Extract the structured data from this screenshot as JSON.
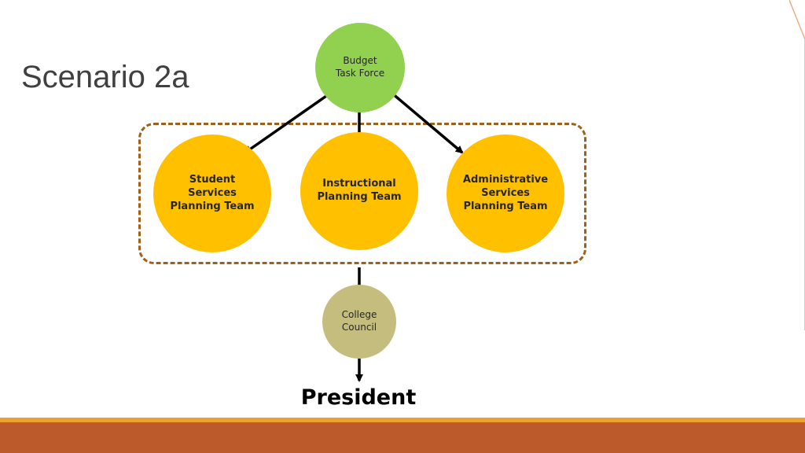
{
  "slide": {
    "title": "Scenario 2a"
  },
  "nodes": {
    "budget_task_force": {
      "label": "Budget\nTask Force",
      "color": "#92d050"
    },
    "student_services": {
      "label": "Student\nServices\nPlanning Team",
      "color": "#ffc000"
    },
    "instructional": {
      "label": "Instructional\nPlanning Team",
      "color": "#ffc000"
    },
    "administrative": {
      "label": "Administrative\nServices\nPlanning Team",
      "color": "#ffc000"
    },
    "college_council": {
      "label": "College\nCouncil",
      "color": "#c4bd7e"
    }
  },
  "final": {
    "label": "President"
  },
  "colors": {
    "group_border": "#a0601a",
    "arrow": "#000000",
    "band_top": "#f0a030",
    "band_main": "#bc5a2c",
    "corner_accent": "#e8b088"
  }
}
